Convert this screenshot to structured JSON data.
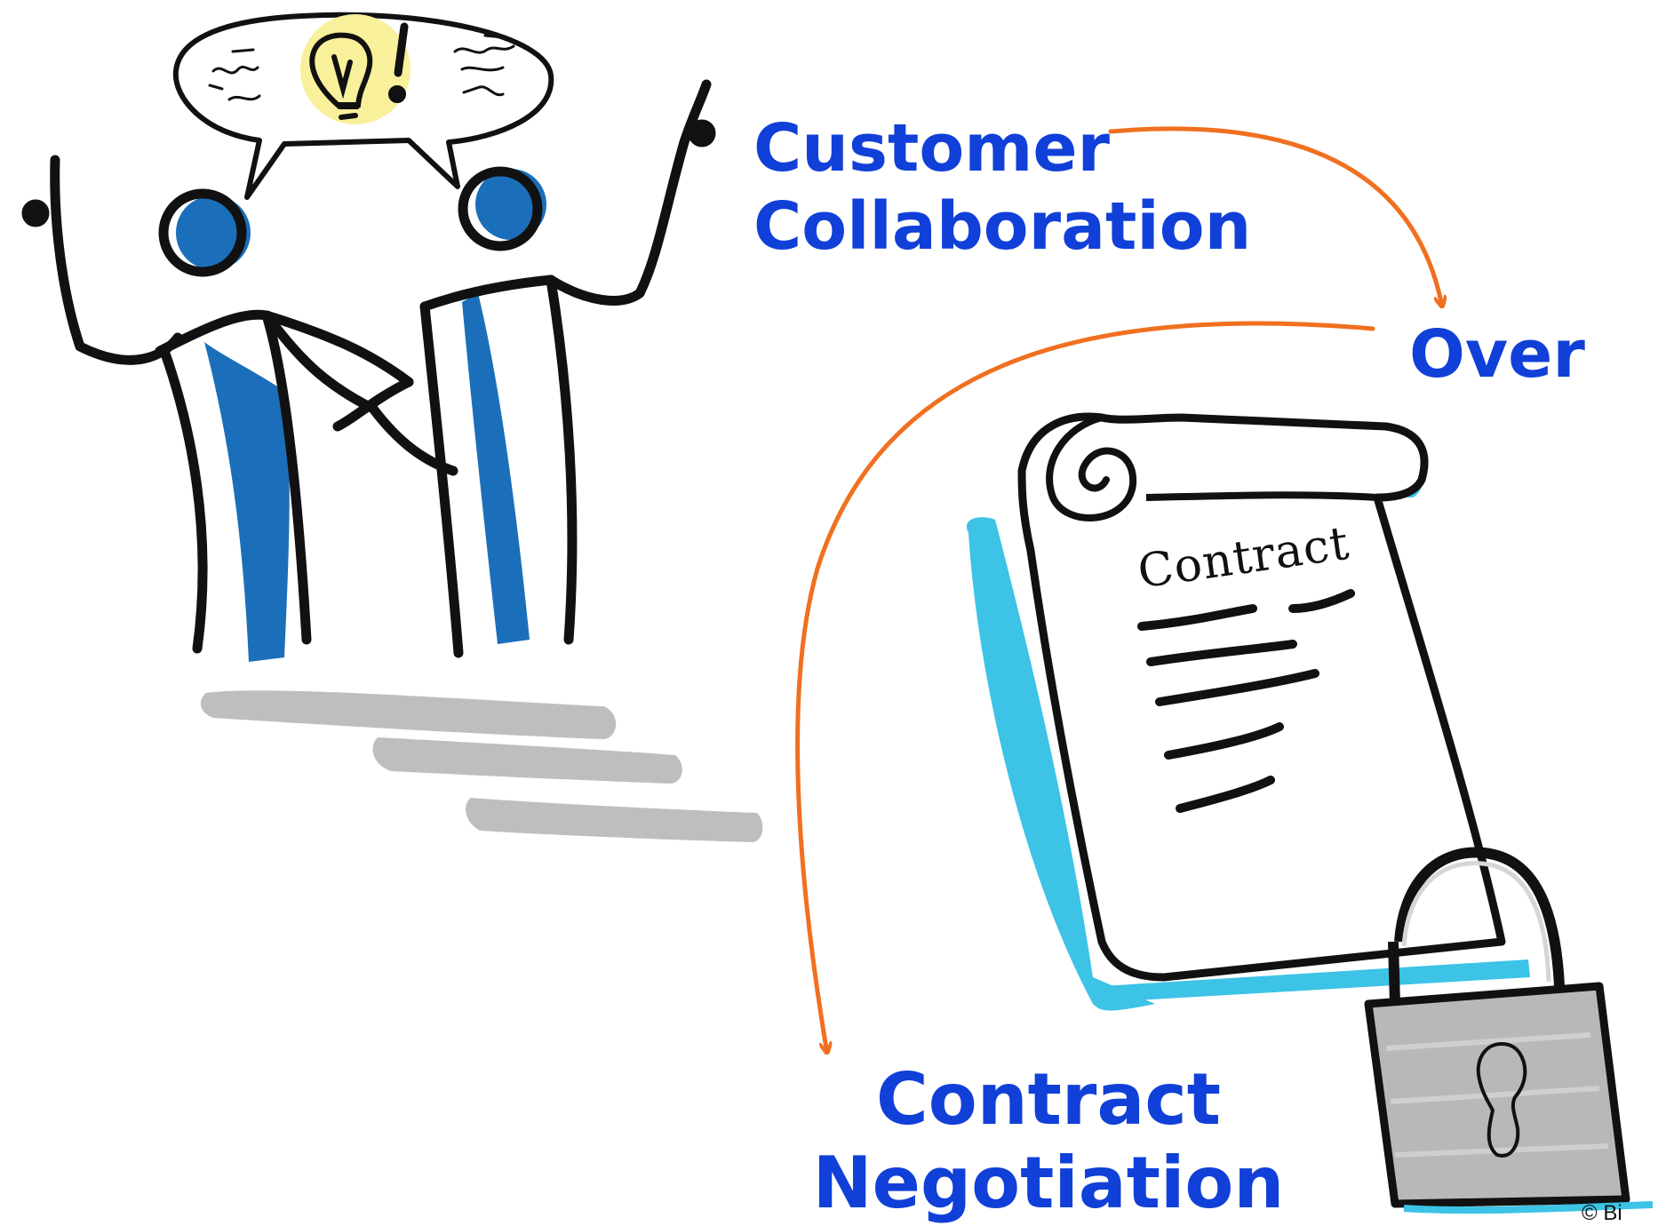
{
  "labels": {
    "customer_line1": "Customer",
    "customer_line2": "Collaboration",
    "over": "Over",
    "contract_line1": "Contract",
    "contract_line2": "Negotiation",
    "document_title": "Contract",
    "copyright": "© Bi"
  },
  "colors": {
    "label_blue": "#1040d8",
    "arrow_orange": "#f07020",
    "figure_blue": "#1b6fba",
    "scroll_cyan": "#3cc3e6",
    "shadow_gray": "#bdbebf",
    "idea_yellow": "#f8f09a",
    "lock_gray": "#b8b8b8",
    "outline": "#111111"
  },
  "icons": [
    "speech-bubble-icon",
    "lightbulb-icon",
    "people-figures-icon",
    "contract-scroll-icon",
    "padlock-icon",
    "arrow-icon"
  ]
}
